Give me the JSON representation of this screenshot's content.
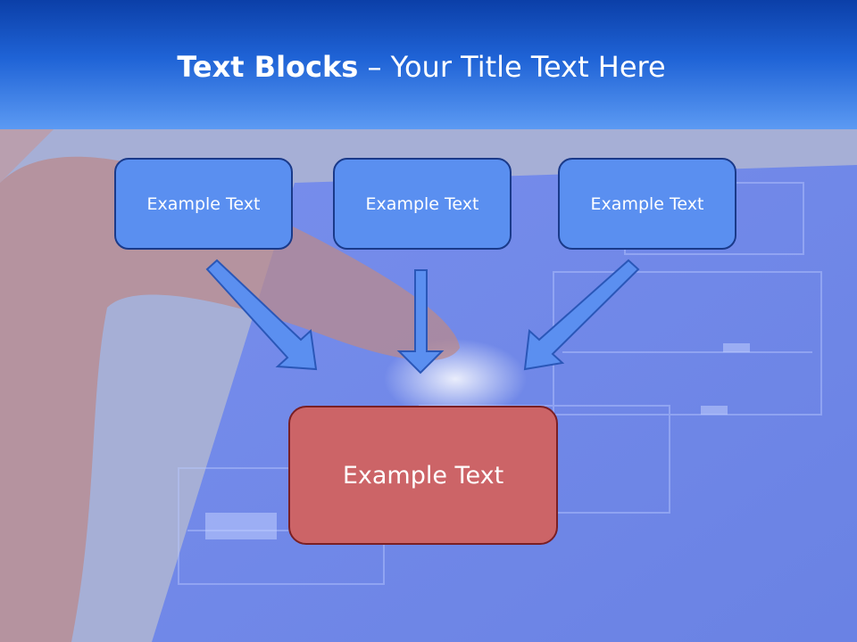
{
  "slide": {
    "title_bold": "Text Blocks",
    "title_rest": " – Your Title Text Here"
  },
  "boxes": {
    "top": [
      "Example Text",
      "Example Text",
      "Example Text"
    ],
    "bottom": "Example Text"
  },
  "colors": {
    "header": "#1f63d6",
    "box_fill": "#5a8ff0",
    "box_border": "#1a3a8a",
    "result_fill": "#cc6467",
    "result_border": "#7a1f24",
    "arrow_fill": "#5b8ff0"
  }
}
